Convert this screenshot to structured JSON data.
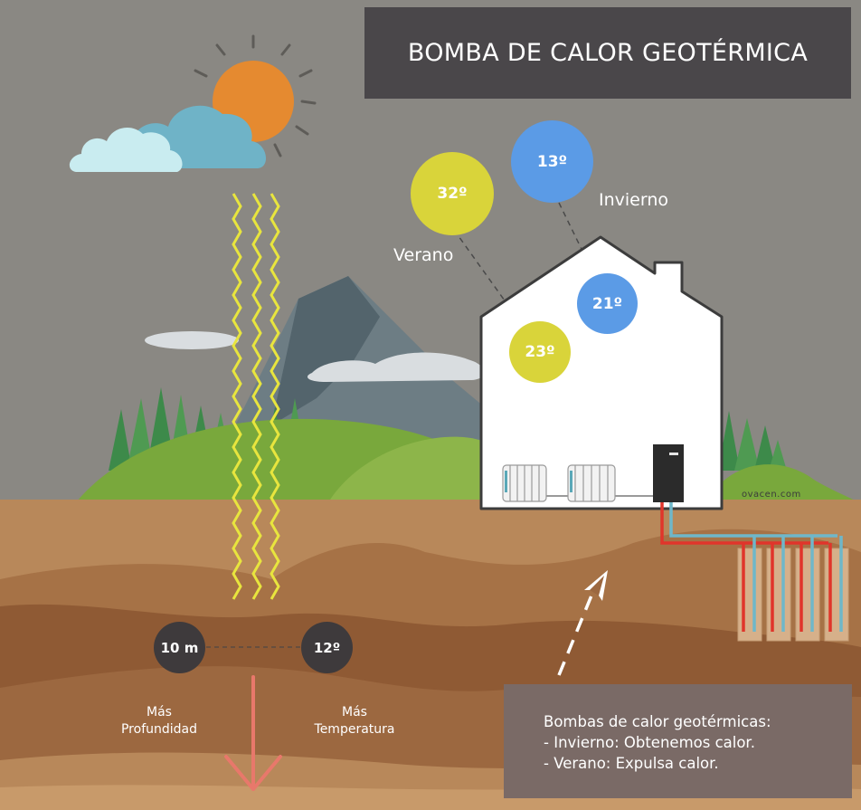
{
  "title": "BOMBA DE CALOR GEOTÉRMICA",
  "seasons": {
    "summer_label": "Verano",
    "winter_label": "Invierno"
  },
  "temperatures": {
    "summer_outside": "32º",
    "summer_inside": "23º",
    "winter_outside": "13º",
    "winter_inside": "21º"
  },
  "depth": {
    "depth_value": "10 m",
    "depth_temperature": "12º",
    "more_depth_line1": "Más",
    "more_depth_line2": "Profundidad",
    "more_temp_line1": "Más",
    "more_temp_line2": "Temperatura"
  },
  "watermark": "ovacen.com",
  "info": {
    "heading": "Bombas de calor geotérmicas:",
    "winter": "- Invierno: Obtenemos calor.",
    "summer": "- Verano: Expulsa calor."
  },
  "colors": {
    "sky": "#8a8883",
    "sun": "#e58a30",
    "summer_circle": "#d9d43a",
    "winter_circle": "#5b9be6",
    "hot_pipe": "#e0352b",
    "cold_pipe": "#6fb7c9",
    "down_arrow": "#e8786b"
  }
}
